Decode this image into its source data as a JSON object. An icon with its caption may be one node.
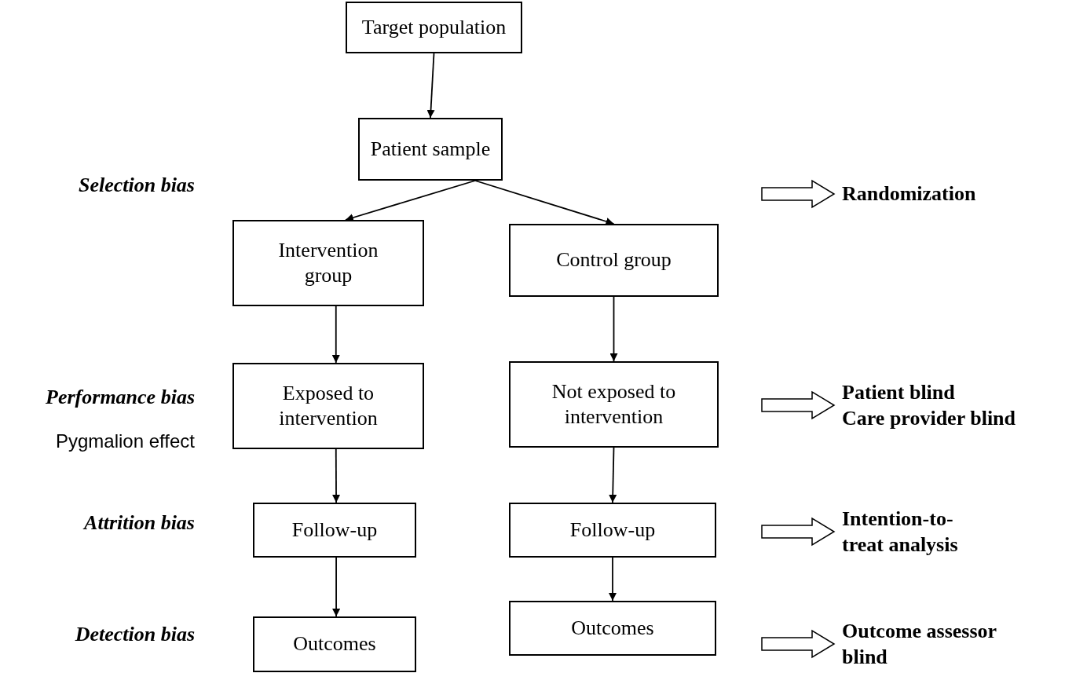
{
  "diagram": {
    "nodes": [
      {
        "text": [
          "Target population"
        ]
      },
      {
        "text": [
          "Patient sample"
        ]
      },
      {
        "text": [
          "Intervention group"
        ]
      },
      {
        "text": [
          "Control group"
        ]
      },
      {
        "text": [
          "Exposed to intervention"
        ]
      },
      {
        "text": [
          "Not exposed to intervention"
        ]
      },
      {
        "text": [
          "Follow-up"
        ]
      },
      {
        "text": [
          "Follow-up"
        ]
      },
      {
        "text": [
          "Outcomes"
        ]
      },
      {
        "text": [
          "Outcomes"
        ]
      },
      {
        "text": [
          "Randomization"
        ]
      },
      {
        "text": [
          "Patient blind",
          "Care provider blind"
        ]
      },
      {
        "text": [
          "Intention-to-treat analysis"
        ]
      },
      {
        "text": [
          "Outcome assessor blind"
        ]
      }
    ],
    "edges": [
      {
        "from": 0,
        "to": 1,
        "arrow": "to"
      },
      {
        "from": 1,
        "to": 2,
        "arrow": "to"
      },
      {
        "from": 1,
        "to": 3,
        "arrow": "to"
      },
      {
        "from": 2,
        "to": 4,
        "arrow": "to"
      },
      {
        "from": 3,
        "to": 5,
        "arrow": "to"
      },
      {
        "from": 4,
        "to": 6,
        "arrow": "to"
      },
      {
        "from": 5,
        "to": 7,
        "arrow": "to"
      },
      {
        "from": 6,
        "to": 8,
        "arrow": "to"
      },
      {
        "from": 7,
        "to": 9,
        "arrow": "to"
      },
      {
        "from": null,
        "to": 10,
        "arrow": "to",
        "style": "thick"
      },
      {
        "from": null,
        "to": 11,
        "arrow": "to",
        "style": "thick"
      },
      {
        "from": null,
        "to": 12,
        "arrow": "to",
        "style": "thick"
      },
      {
        "from": null,
        "to": 13,
        "arrow": "to",
        "style": "thick"
      }
    ],
    "labels": [
      "Selection bias",
      "Performance bias",
      "Pygmalion effect",
      "Attrition bias",
      "Detection bias"
    ]
  }
}
